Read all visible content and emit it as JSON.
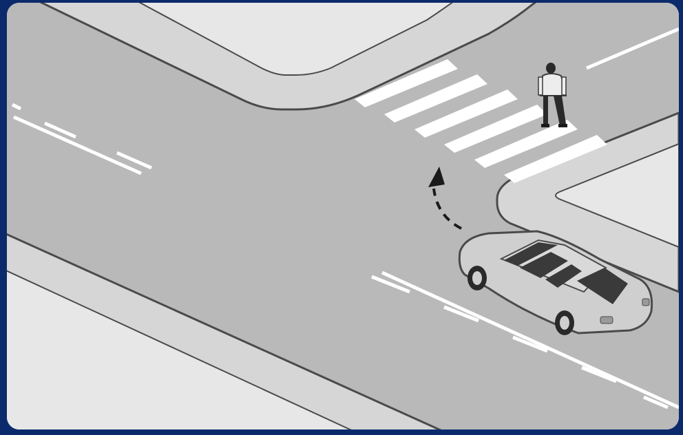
{
  "scene": {
    "kind": "road-illustration",
    "frame_color": "#0b2a6b",
    "colors": {
      "road": "#b9b9b9",
      "sidewalk": "#d6d6d6",
      "block": "#e3e3e3",
      "outline": "#4a4a4a",
      "markings": "#ffffff",
      "car_body": "#cfcfcf",
      "car_glass": "#3a3a3a"
    },
    "elements": [
      "intersection",
      "crosswalk",
      "pedestrian",
      "car",
      "turn-arrow"
    ]
  }
}
